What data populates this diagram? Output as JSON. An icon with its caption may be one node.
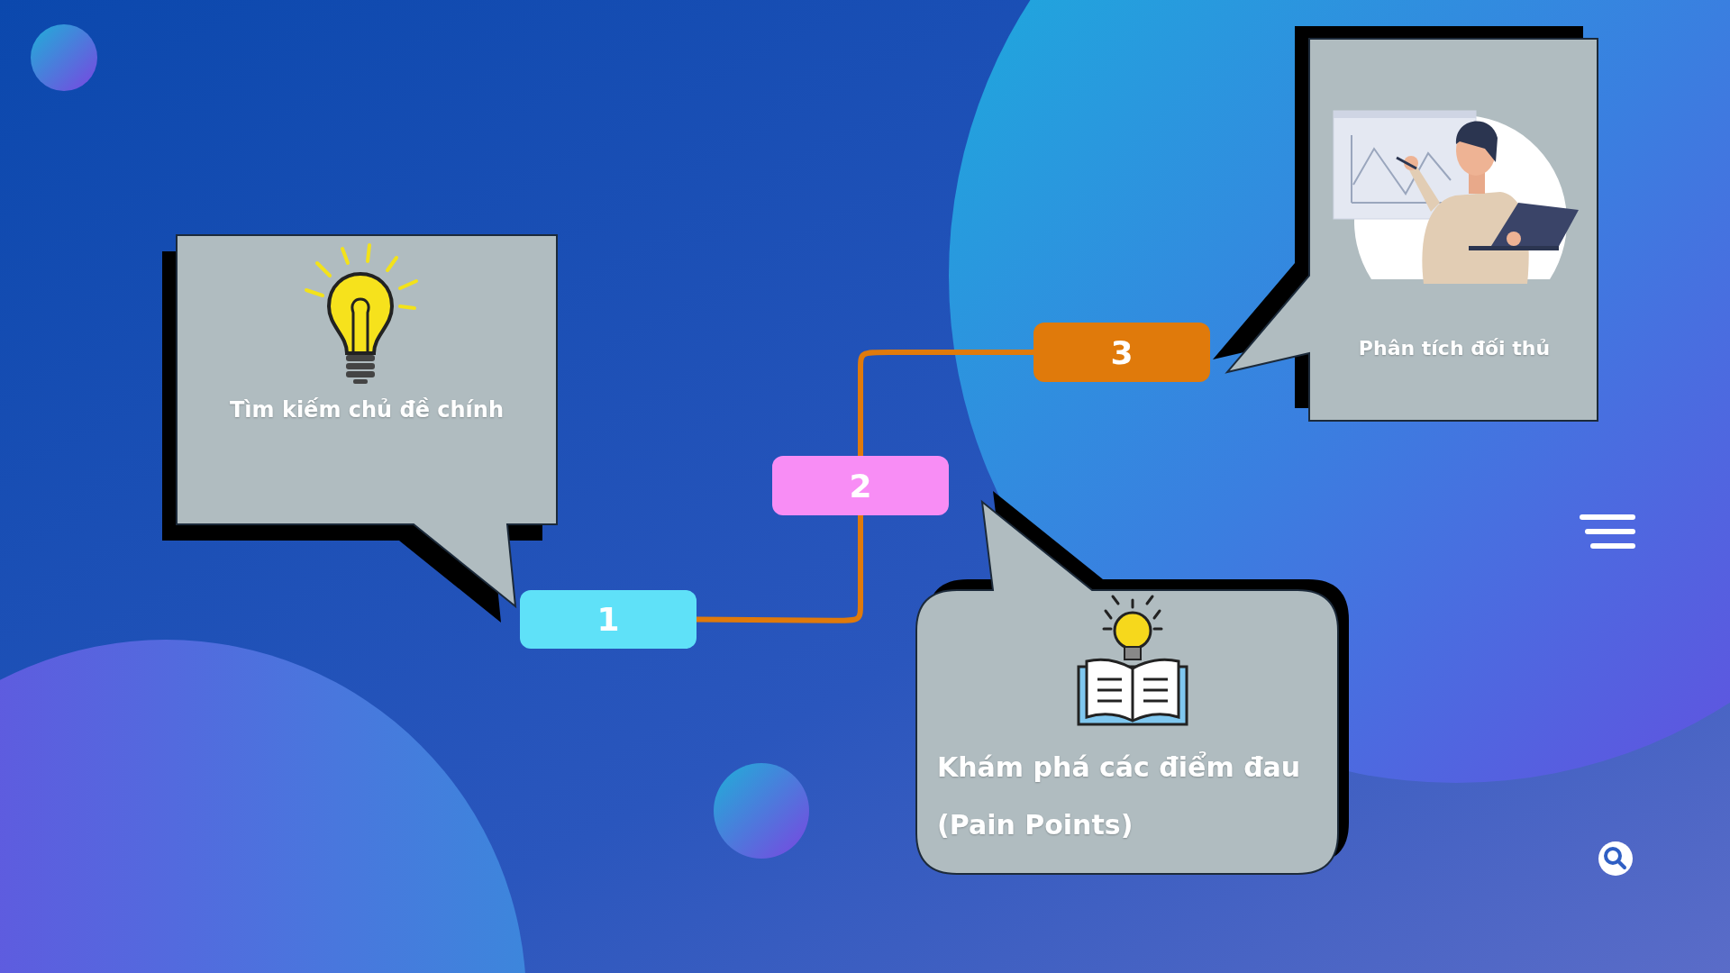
{
  "diagram": {
    "nodes": [
      {
        "text": [
          "Tìm kiếm chủ đề chính"
        ]
      },
      {
        "text": [
          "1"
        ]
      },
      {
        "text": [
          "2"
        ]
      },
      {
        "text": [
          "3"
        ]
      },
      {
        "text": [
          "Khám phá các điểm đau (Pain Points)"
        ]
      },
      {
        "text": [
          "Phân tích đối thủ"
        ]
      }
    ],
    "edges": [
      {
        "from": 1,
        "to": 2,
        "arrow": "none"
      },
      {
        "from": 2,
        "to": 3,
        "arrow": "none"
      }
    ]
  }
}
